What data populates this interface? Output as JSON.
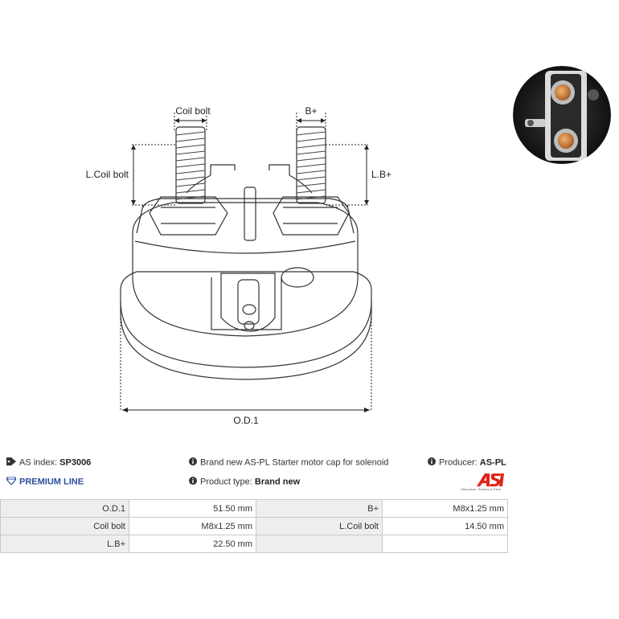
{
  "drawing": {
    "labels": {
      "coil_bolt": "Coil bolt",
      "b_plus": "B+",
      "l_coil_bolt": "L.Coil bolt",
      "l_b_plus": "L.B+",
      "od1": "O.D.1"
    }
  },
  "info": {
    "as_index_label": "AS index:",
    "as_index_value": "SP3006",
    "premium_line": "PREMIUM LINE",
    "description": "Brand new AS-PL Starter motor cap for solenoid",
    "product_type_label": "Product type:",
    "product_type_value": "Brand new",
    "producer_label": "Producer:",
    "producer_value": "AS-PL",
    "logo_text": "AS",
    "logo_subtext": "Alternators, Starters & Parts"
  },
  "specs": {
    "rows": [
      {
        "label1": "O.D.1",
        "value1": "51.50 mm",
        "label2": "B+",
        "value2": "M8x1.25 mm"
      },
      {
        "label1": "Coil bolt",
        "value1": "M8x1.25 mm",
        "label2": "L.Coil bolt",
        "value2": "14.50 mm"
      },
      {
        "label1": "L.B+",
        "value1": "22.50 mm",
        "label2": "",
        "value2": ""
      }
    ]
  },
  "colors": {
    "accent_blue": "#2a4f9c",
    "logo_red": "#e2231a",
    "table_label_bg": "#eeeeee",
    "table_border": "#c9c9c9"
  }
}
